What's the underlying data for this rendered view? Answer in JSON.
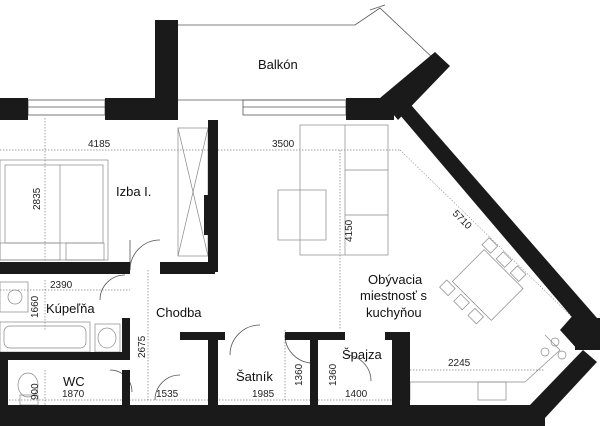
{
  "rooms": {
    "balcony": "Balkón",
    "bedroom": "Izba I.",
    "bathroom": "Kúpeľňa",
    "hallway": "Chodba",
    "living_line1": "Obývacia",
    "living_line2": "miestnosť s",
    "living_line3": "kuchyňou",
    "closet": "Šatník",
    "pantry": "Špajza",
    "wc": "WC"
  },
  "dimensions": {
    "bedroom_width": "4185",
    "bedroom_depth": "2835",
    "living_width": "3500",
    "living_depth": "4150",
    "diagonal_wall": "5710",
    "bathroom_width": "2390",
    "bathroom_depth": "1660",
    "hall_depth": "2675",
    "kitchen_width": "2245",
    "wc_width": "1870",
    "wc_depth": "900",
    "hall_width": "1535",
    "closet_width": "1985",
    "closet_depth": "1360",
    "pantry_depth": "1360",
    "pantry_width": "1400"
  }
}
